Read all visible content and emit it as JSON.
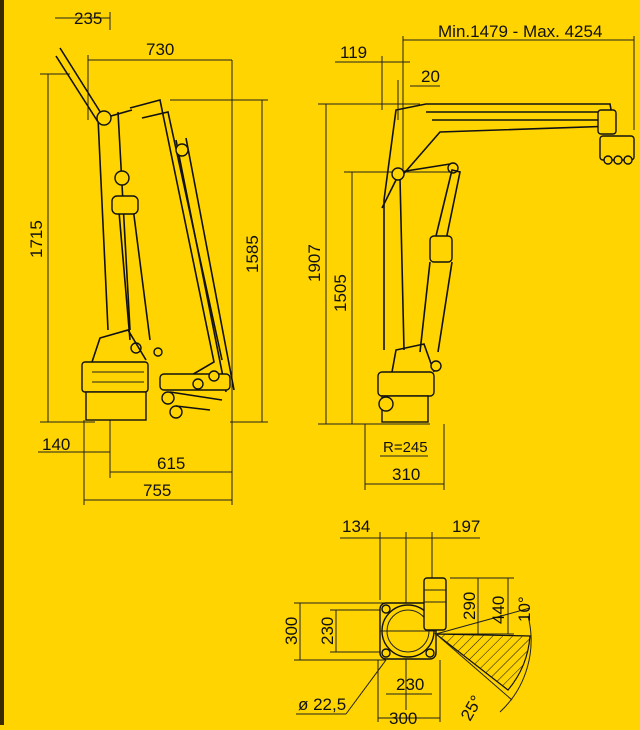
{
  "side_view": {
    "dim_top_offset": "235",
    "dim_boom_length": "730",
    "dim_total_height": "1715",
    "dim_column_height": "1585",
    "dim_base_offset": "140",
    "dim_base_width": "615",
    "dim_overall_depth": "755"
  },
  "front_view": {
    "dim_reach": "Min.1479 - Max. 4254",
    "dim_offset_119": "119",
    "dim_offset_20": "20",
    "dim_total_height": "1907",
    "dim_pivot_height": "1505",
    "dim_radius": "R=245",
    "dim_base_width": "310"
  },
  "plan_view": {
    "dim_134": "134",
    "dim_197": "197",
    "dim_290": "290",
    "dim_440": "440",
    "dim_300_v": "300",
    "dim_230_v": "230",
    "dim_230_h": "230",
    "dim_300_h": "300",
    "dim_bolt": "ø 22,5",
    "angle_10": "10°",
    "angle_25": "25°"
  },
  "colors": {
    "background": "#ffd400",
    "line": "#111111"
  }
}
